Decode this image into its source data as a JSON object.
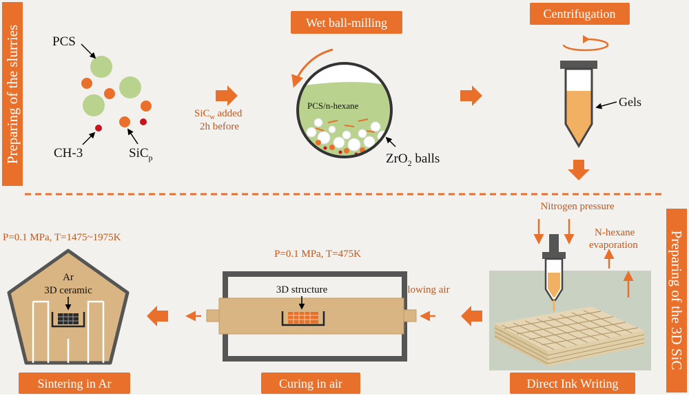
{
  "colors": {
    "orange": "#e8702a",
    "dark_orange": "#d65c1a",
    "tan": "#d8b583",
    "tan_dark": "#c49a62",
    "green": "#b9d38e",
    "red_dot": "#c8141e",
    "steel": "#4a4a4a",
    "panel_bg": "#f3f1ee"
  },
  "sections": {
    "top": "Preparing of the slurries",
    "bottom": "Preparing of the 3D SiC"
  },
  "top": {
    "labels": {
      "pcs": "PCS",
      "ch3": "CH-3",
      "sicp_main": "SiC",
      "sicp_sub": "p"
    },
    "sicw_note": {
      "line1_main": "SiC",
      "line1_sub": "w",
      "line1_rest": " added",
      "line2": "2h before"
    },
    "ball_mill": {
      "title": "Wet ball-milling",
      "solvent": "PCS/n-hexane",
      "balls_main": "ZrO",
      "balls_sub": "2",
      "balls_rest": " balls"
    },
    "centrifuge": {
      "title": "Centrifugation",
      "gels": "Gels"
    }
  },
  "bottom": {
    "diw": {
      "title": "Direct Ink Writing",
      "pressure": "Nitrogen pressure",
      "evap_line1": "N-hexane",
      "evap_line2": "evaporation"
    },
    "curing": {
      "title": "Curing in air",
      "conditions": "P=0.1 MPa, T=475K",
      "structure": "3D structure",
      "air": "Flowing air"
    },
    "sintering": {
      "title": "Sintering in Ar",
      "conditions": "P=0.1 MPa, T=1475~1975K",
      "gas": "Ar",
      "product": "3D ceramic"
    }
  }
}
